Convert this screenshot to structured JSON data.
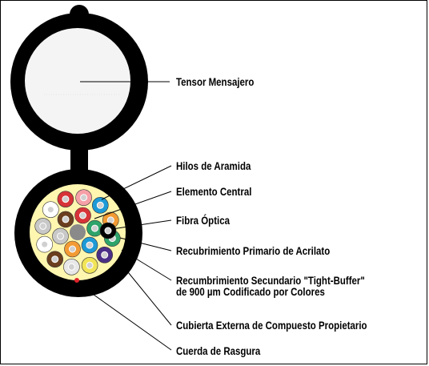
{
  "labels": {
    "messenger": "Tensor Mensajero",
    "aramid": "Hilos de Aramida",
    "central": "Elemento Central",
    "fiber": "Fibra Óptica",
    "acrylate": "Recubrimiento Primario de Acrilato",
    "secondary_line1": "Recumbrimiento Secundario \"Tight-Buffer\"",
    "secondary_line2": "de 900 µm Codificado por Colores",
    "jacket": "Cubierta Externa de Compuesto Propietario",
    "ripcord": "Cuerda de Rasgura"
  },
  "colors": {
    "jacket": "#000000",
    "messenger_fill": "#f4f4f4",
    "aramid": "#fff6b0",
    "central_member": "#8a8a8a",
    "ripcord": "#e0242b",
    "buffers": [
      "#d63338",
      "#f6a0a8",
      "#1d9ad6",
      "#f29a33",
      "#2ea36a",
      "#4b2f86",
      "#f1e457",
      "#e8e8e8",
      "#6a3e1e",
      "#ffffff",
      "#c8c8c8",
      "#ffffff",
      "#d63338",
      "#2ea36a",
      "#1d9ad6",
      "#f29a33",
      "#c8c8c8",
      "#6a3e1e",
      "#000000"
    ]
  }
}
